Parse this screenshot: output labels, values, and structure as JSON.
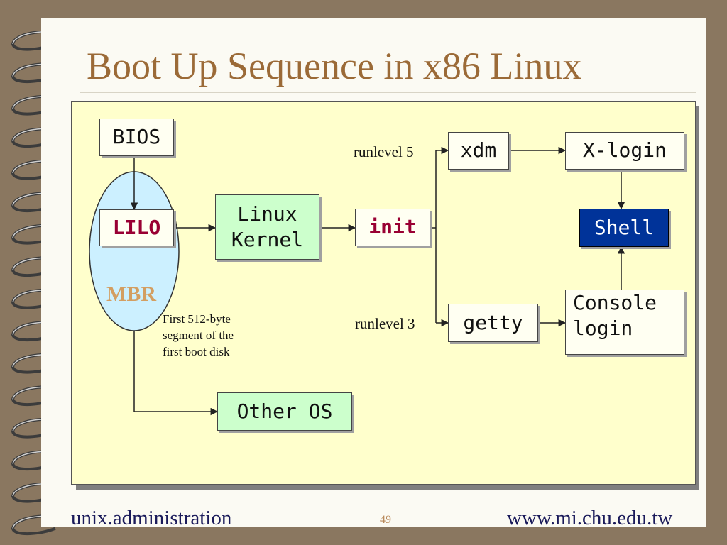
{
  "slide": {
    "title": "Boot Up Sequence in x86 Linux",
    "footer_left": "unix.administration",
    "page_number": "49",
    "footer_right": "www.mi.chu.edu.tw"
  },
  "diagram": {
    "nodes": {
      "bios": "BIOS",
      "lilo": "LILO",
      "kernel_line1": "Linux",
      "kernel_line2": "Kernel",
      "init": "init",
      "xdm": "xdm",
      "getty": "getty",
      "xlogin": "X-login",
      "shell": "Shell",
      "console_line1": "Console",
      "console_line2": "login",
      "other_os": "Other OS"
    },
    "labels": {
      "mbr": "MBR",
      "mbr_note_line1": "First 512-byte",
      "mbr_note_line2": "segment of the",
      "mbr_note_line3": "first boot disk",
      "runlevel5": "runlevel 5",
      "runlevel3": "runlevel 3"
    },
    "colors": {
      "title": "#9b6a37",
      "panel": "#ffffcc",
      "mbr_ellipse": "#ccf0ff",
      "green_box": "#ccffcc",
      "shell_box": "#003399",
      "highlight_text": "#990033"
    }
  }
}
